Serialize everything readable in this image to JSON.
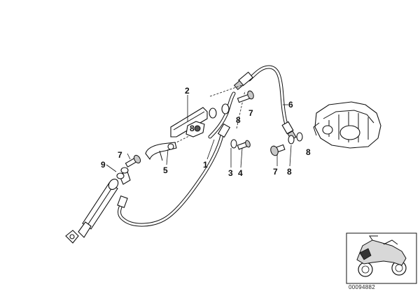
{
  "callouts": {
    "c1": "1",
    "c2": "2",
    "c3": "3",
    "c4": "4",
    "c5": "5",
    "c6": "6",
    "c7a": "7",
    "c7b": "7",
    "c7c": "7",
    "c8a": "8",
    "c8b": "8",
    "c8c": "8",
    "c8d": "8",
    "c9": "9"
  },
  "diagram_id": "00094882"
}
